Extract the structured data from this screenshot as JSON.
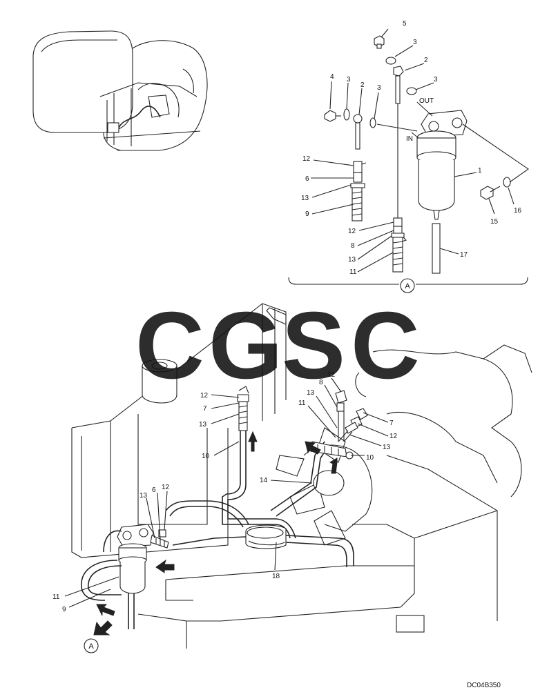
{
  "detail": {
    "labels": {
      "n1": "1",
      "n2a": "2",
      "n2b": "2",
      "n3a": "3",
      "n3b": "3",
      "n3c": "3",
      "n3d": "3",
      "n4": "4",
      "n5": "5",
      "n6": "6",
      "n8": "8",
      "n9": "9",
      "n11": "11",
      "n12a": "12",
      "n12b": "12",
      "n13a": "13",
      "n13b": "13",
      "n15": "15",
      "n16": "16",
      "n17": "17"
    },
    "port_out": "OUT",
    "port_in": "IN",
    "view_marker": "A"
  },
  "main": {
    "labels": {
      "m12a": "12",
      "m7a": "7",
      "m13a": "13",
      "m10a": "10",
      "m12b": "12",
      "m8": "8",
      "m13b": "13",
      "m11a": "11",
      "m7b": "7",
      "m12c": "12",
      "m13c": "13",
      "m10b": "10",
      "m14": "14",
      "m13d": "13",
      "m6": "6",
      "m12d": "12",
      "m11b": "11",
      "m9": "9",
      "m18": "18"
    },
    "view_marker": "A"
  },
  "watermark": {
    "letters": [
      "C",
      "G",
      "S",
      "C"
    ],
    "colors": [
      "#5b8def",
      "#f07a6e",
      "#f8d24a",
      "#43a873"
    ]
  },
  "drawing_code": "DC04B350"
}
